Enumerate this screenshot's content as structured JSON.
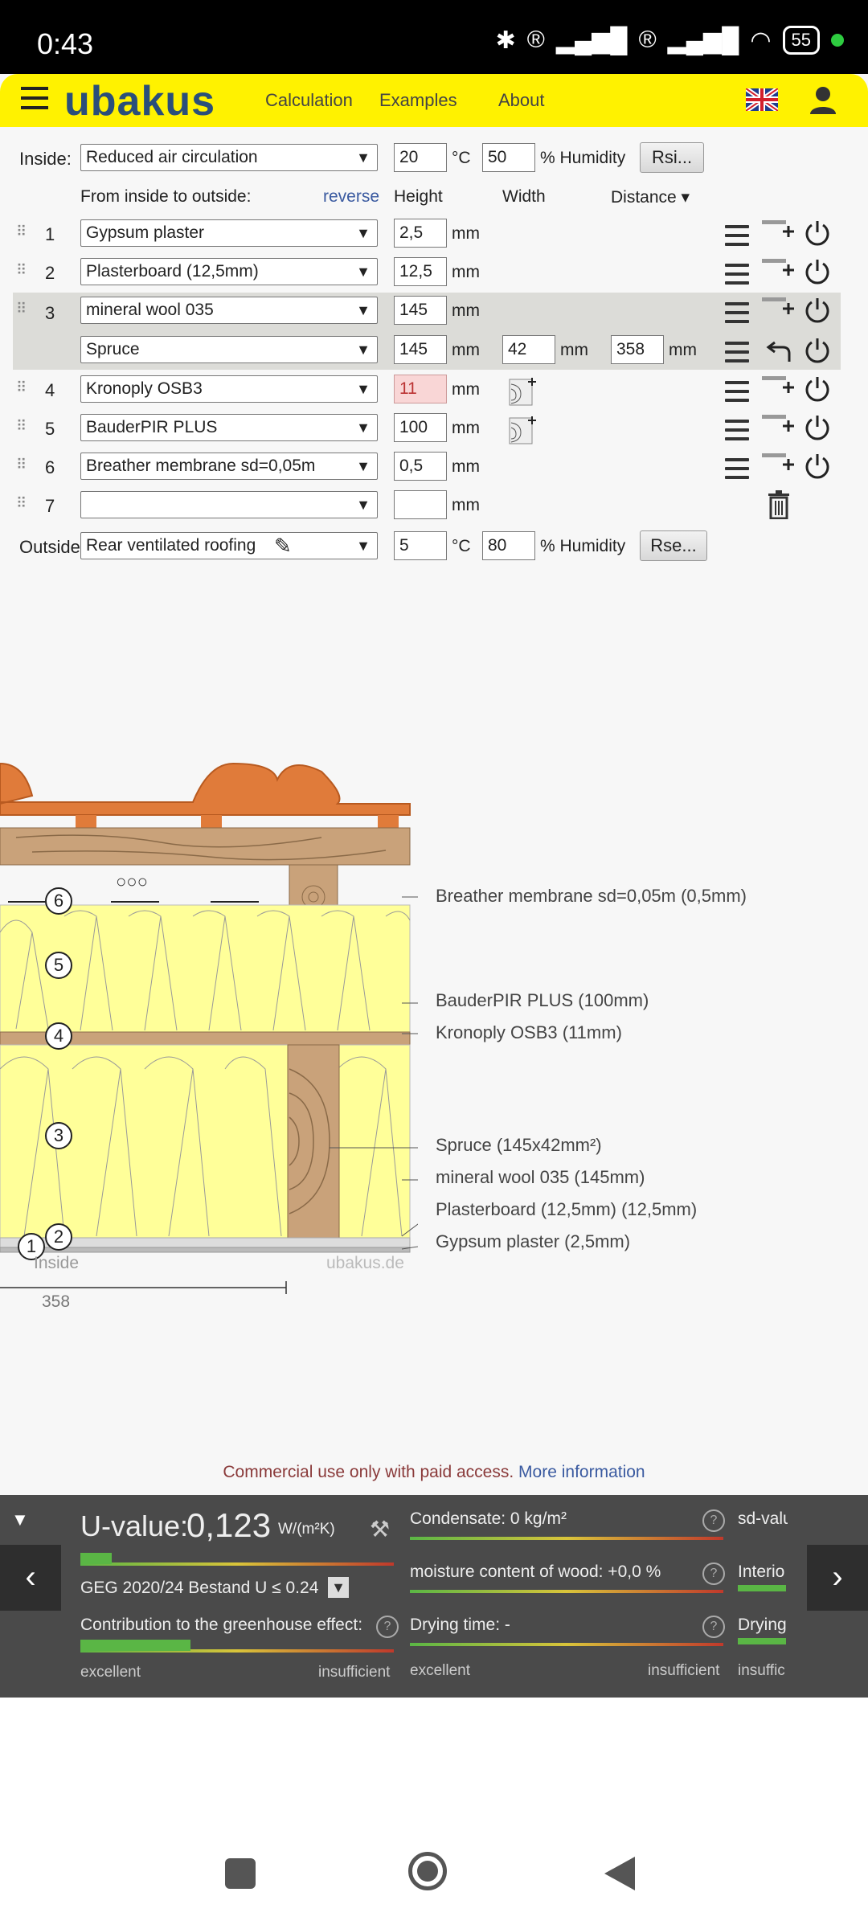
{
  "status": {
    "time": "0:43",
    "battery": "55"
  },
  "header": {
    "logo": "ubakus",
    "nav": [
      "Calculation",
      "Examples",
      "About"
    ]
  },
  "inside": {
    "label": "Inside:",
    "preset": "Reduced air circulation",
    "temp": "20",
    "temp_unit": "°C",
    "humidity": "50",
    "humidity_label": "% Humidity",
    "rsi_button": "Rsi..."
  },
  "columns": {
    "from_label": "From inside to outside:",
    "reverse": "reverse",
    "height": "Height",
    "width": "Width",
    "distance": "Distance ▾"
  },
  "layers": [
    {
      "num": "1",
      "material": "Gypsum plaster",
      "height": "2,5",
      "unit": "mm"
    },
    {
      "num": "2",
      "material": "Plasterboard (12,5mm)",
      "height": "12,5",
      "unit": "mm"
    },
    {
      "num": "3",
      "material": "mineral wool 035",
      "height": "145",
      "unit": "mm"
    },
    {
      "num": "",
      "material": "Spruce",
      "height": "145",
      "unit": "mm",
      "width": "42",
      "width_unit": "mm",
      "distance": "358",
      "distance_unit": "mm"
    },
    {
      "num": "4",
      "material": "Kronoply OSB3",
      "height": "11",
      "unit": "mm"
    },
    {
      "num": "5",
      "material": "BauderPIR PLUS",
      "height": "100",
      "unit": "mm"
    },
    {
      "num": "6",
      "material": "Breather membrane sd=0,05m",
      "height": "0,5",
      "unit": "mm"
    },
    {
      "num": "7",
      "material": "",
      "height": "",
      "unit": "mm"
    }
  ],
  "outside": {
    "label": "Outside",
    "preset": "Rear ventilated roofing",
    "temp": "5",
    "temp_unit": "°C",
    "humidity": "80",
    "humidity_label": "% Humidity",
    "rse_button": "Rse..."
  },
  "diagram": {
    "labels": [
      "Breather membrane sd=0,05m (0,5mm)",
      "BauderPIR PLUS (100mm)",
      "Kronoply OSB3 (11mm)",
      "Spruce (145x42mm²)",
      "mineral wool 035 (145mm)",
      "Plasterboard (12,5mm) (12,5mm)",
      "Gypsum plaster (2,5mm)"
    ],
    "markers": [
      "6",
      "5",
      "4",
      "3",
      "2",
      "1"
    ],
    "inside_label": "Inside",
    "watermark": "ubakus.de",
    "dimension": "358",
    "membrane_dots": "○○○"
  },
  "notice": {
    "text": "Commercial use only with paid access.",
    "link": "More information"
  },
  "panel": {
    "uvalue_label": "U-value:",
    "uvalue": "0,123",
    "uvalue_unit": "W/(m²K)",
    "uvalue_fill": 0.1,
    "standard": "GEG 2020/24 Bestand U ≤ 0.24",
    "greenhouse": "Contribution to the greenhouse effect:",
    "greenhouse_fill": 0.35,
    "condensate": "Condensate: 0 kg/m²",
    "moisture": "moisture content of wood: +0,0 %",
    "drying": "Drying time: -",
    "scale_good": "excellent",
    "scale_bad": "insufficient",
    "right_items": [
      "sd-valu",
      "Interio",
      "Drying",
      "insuffic"
    ]
  },
  "colors": {
    "header": "#fff200",
    "insulation": "#ffff99",
    "wood": "#c9a27a",
    "roof": "#e07b3a",
    "panel": "#4a4a4a",
    "bar_green": "#5ab645"
  }
}
